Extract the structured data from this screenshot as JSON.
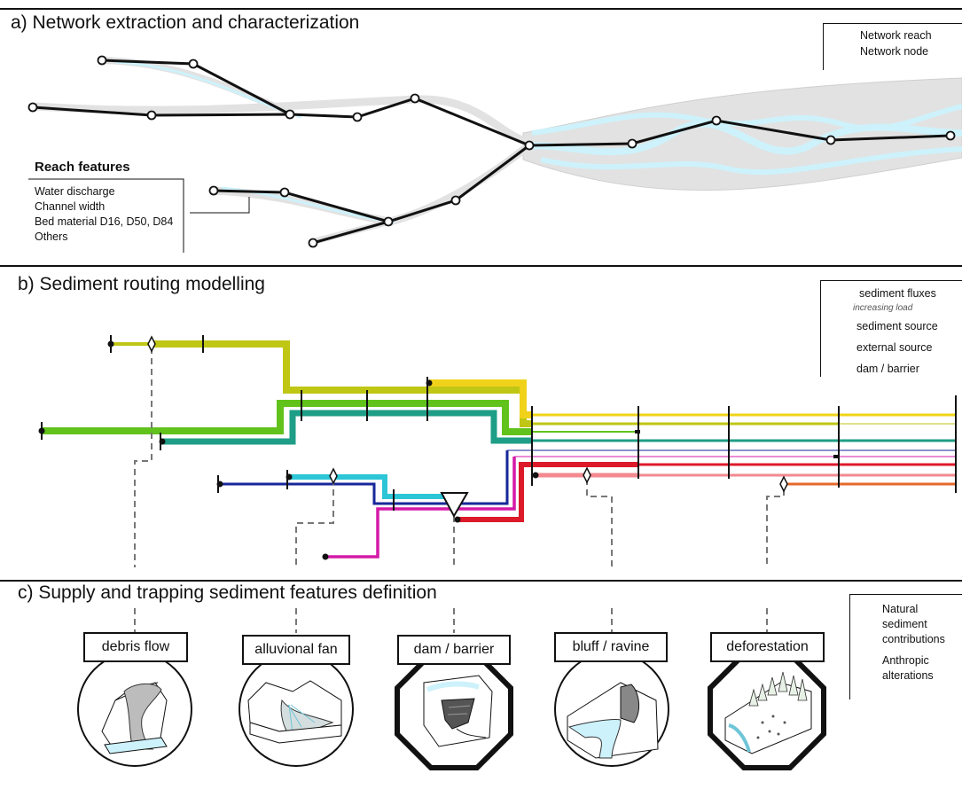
{
  "panel_a": {
    "title": "a) Network extraction and characterization",
    "legend": {
      "reach": "Network reach",
      "node": "Network node"
    },
    "reach_features": {
      "title": "Reach features",
      "items": [
        "Water discharge",
        "Channel width",
        "Bed material D16, D50, D84",
        "Others"
      ]
    }
  },
  "panel_b": {
    "title": "b) Sediment routing modelling",
    "legend": {
      "fluxes": "sediment fluxes",
      "increasing": "increasing load",
      "source": "sediment source",
      "external": "external source",
      "dam": "dam / barrier"
    }
  },
  "panel_c": {
    "title": "c) Supply and trapping sediment features definition",
    "features": [
      "debris flow",
      "alluvional fan",
      "dam / barrier",
      "bluff / ravine",
      "deforestation"
    ],
    "legend": {
      "natural": "Natural sediment contributions",
      "natural_lines": [
        "Natural",
        "sediment",
        "contributions"
      ],
      "anthropic": "Anthropic alterations",
      "anthropic_lines": [
        "Anthropic",
        "alterations"
      ]
    }
  },
  "colors": {
    "yellow_green": "#bfc614",
    "green": "#62c21c",
    "teal": "#1e9e86",
    "gold": "#f0d21a",
    "cyan": "#2cc6d6",
    "navy": "#17279a",
    "magenta": "#d41aa8",
    "red": "#dc1a2a",
    "pink": "#f28a90",
    "orange": "#e46a2c",
    "river": "#dedede",
    "water": "#cdf2fb"
  }
}
